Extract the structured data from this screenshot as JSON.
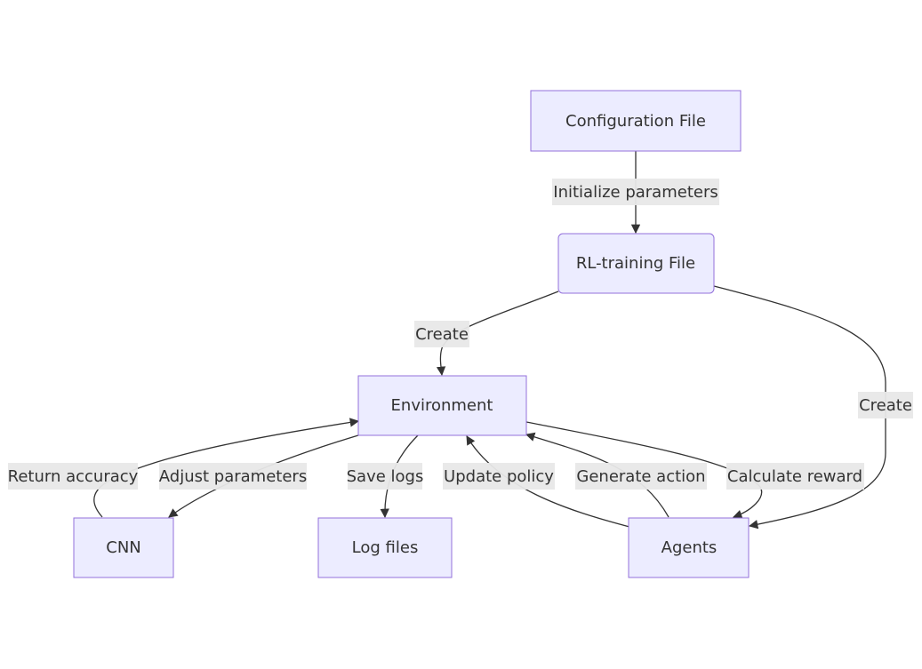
{
  "nodes": {
    "config": "Configuration File",
    "rl": "RL-training File",
    "env": "Environment",
    "cnn": "CNN",
    "logs": "Log files",
    "agents": "Agents"
  },
  "edges": {
    "init_params": "Initialize parameters",
    "create_env": "Create",
    "create_agents": "Create",
    "return_accuracy": "Return accuracy",
    "adjust_params": "Adjust parameters",
    "save_logs": "Save logs",
    "update_policy": "Update policy",
    "generate_action": "Generate action",
    "calculate_reward": "Calculate reward"
  }
}
